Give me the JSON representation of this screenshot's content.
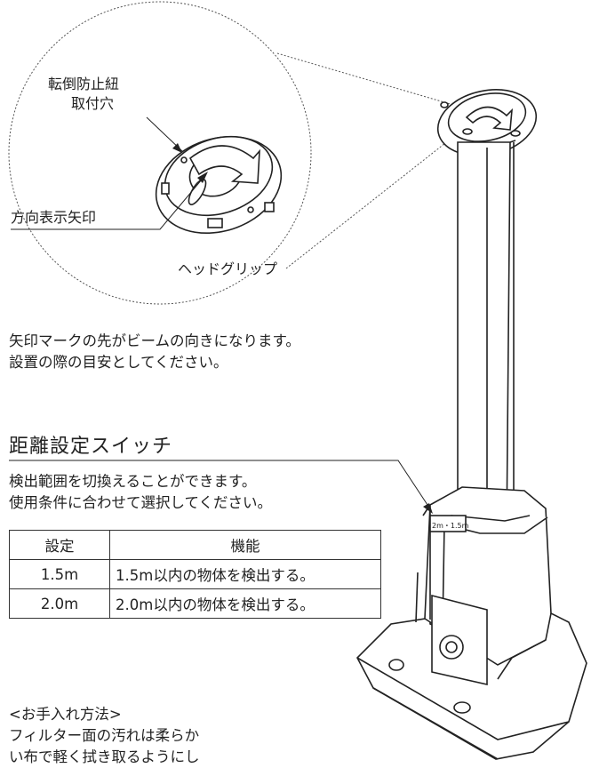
{
  "callouts": {
    "tether_hole_line1": "転倒防止紐",
    "tether_hole_line2": "取付穴",
    "direction_arrow": "方向表示矢印",
    "head_grip": "ヘッドグリップ"
  },
  "arrow_note": {
    "line1": "矢印マークの先がビームの向きになります。",
    "line2": "設置の際の目安としてください。"
  },
  "distance_switch": {
    "heading": "距離設定スイッチ",
    "desc_line1": "検出範囲を切換えることができます。",
    "desc_line2": "使用条件に合わせて選択してください。",
    "table": {
      "headers": [
        "設定",
        "機能"
      ],
      "rows": [
        [
          "1.5m",
          "1.5m以内の物体を検出する。"
        ],
        [
          "2.0m",
          "2.0m以内の物体を検出する。"
        ]
      ]
    }
  },
  "care": {
    "title": "<お手入れ方法>",
    "line1": "フィルター面の汚れは柔らか",
    "line2": "い布で軽く拭き取るようにし"
  },
  "device_switch_label": "2m・1.5m"
}
